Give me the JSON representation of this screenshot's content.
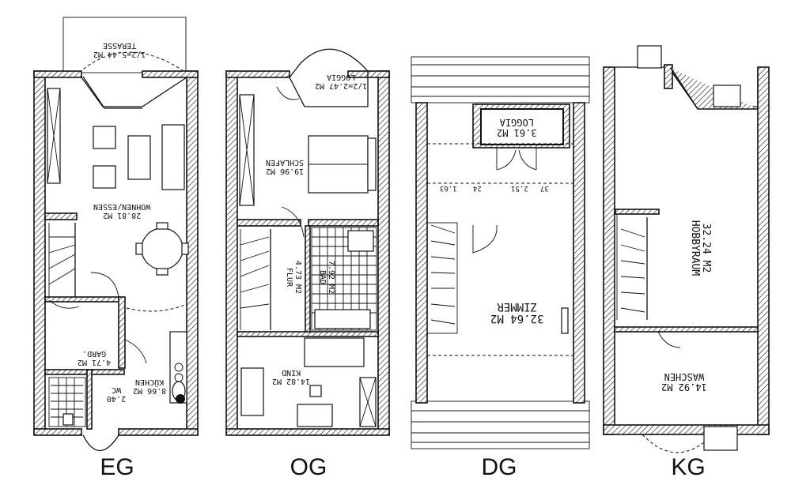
{
  "floors": [
    {
      "label": "EG",
      "rooms": [
        {
          "name": "TERASSE",
          "area": "1/2=5.44 M2"
        },
        {
          "name": "WOHNEN/ESSEN",
          "area": "28.81 M2"
        },
        {
          "name": "GARD.",
          "area": "4.71 M2"
        },
        {
          "name": "KÜCHEN",
          "area": "8.66 M2"
        },
        {
          "name": "WC",
          "area": "2.40"
        }
      ]
    },
    {
      "label": "OG",
      "rooms": [
        {
          "name": "LOGGIA",
          "area": "1/2=2.47 M2"
        },
        {
          "name": "SCHLAFEN",
          "area": "19.96 M2"
        },
        {
          "name": "FLUR",
          "area": "4.73 M2"
        },
        {
          "name": "BAD",
          "area": "7.92 M2"
        },
        {
          "name": "KIND",
          "area": "14.82 M2"
        }
      ]
    },
    {
      "label": "DG",
      "rooms": [
        {
          "name": "LOGGIA",
          "area": "3.61 M2"
        },
        {
          "name": "ZIMMER",
          "area": "32.64 M2"
        }
      ],
      "dimensions": [
        "1.63",
        "2.51",
        "37",
        "24"
      ]
    },
    {
      "label": "KG",
      "rooms": [
        {
          "name": "HOBBYRAUM",
          "area": "32.24 M2"
        },
        {
          "name": "WASCHEN",
          "area": "14.92 M2"
        }
      ]
    }
  ]
}
